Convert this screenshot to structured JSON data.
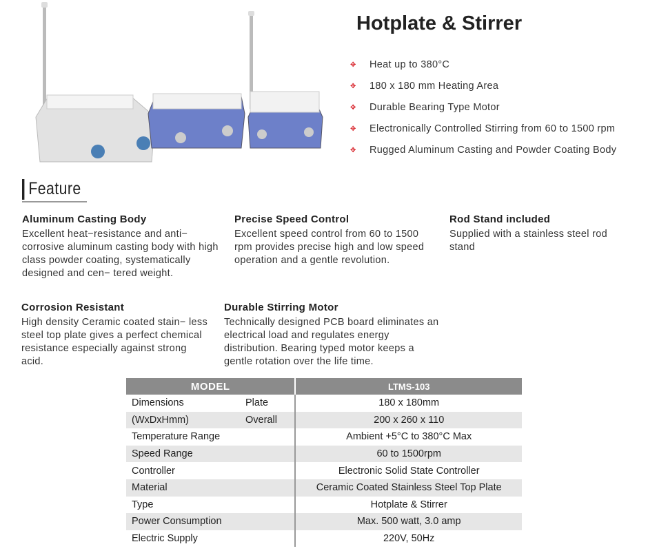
{
  "title": "Hotplate & Stirrer",
  "bullets": [
    "Heat up to 380°C",
    "180 x 180 mm Heating Area",
    "Durable Bearing Type Motor",
    "Electronically Controlled Stirring from 60 to 1500 rpm",
    "Rugged Aluminum Casting and Powder Coating Body"
  ],
  "feature_heading": "Feature",
  "features": [
    {
      "title": "Aluminum Casting Body",
      "text": "Excellent heat−resistance and anti− corrosive aluminum casting body with high class powder coating, systematically designed and cen− tered weight."
    },
    {
      "title": "Precise Speed Control",
      "text": "Excellent speed control from 60 to 1500 rpm provides precise high and low speed operation and a gentle revolution."
    },
    {
      "title": "Rod Stand included",
      "text": "Supplied with a stainless steel rod stand"
    },
    {
      "title": "Corrosion Resistant",
      "text": "High density Ceramic coated stain− less steel top plate gives a perfect chemical resistance especially against strong acid."
    },
    {
      "title": "Durable Stirring Motor",
      "text": "Technically designed PCB board eliminates an electrical load and regulates energy distribution. Bearing typed motor keeps a gentle rotation over the life time."
    }
  ],
  "table": {
    "header": [
      "MODEL",
      "LTMS-103"
    ],
    "rows": [
      [
        "Dimensions",
        "Plate",
        "180 x 180mm"
      ],
      [
        "(WxDxHmm)",
        "Overall",
        "200 x 260 x 110"
      ],
      [
        "Temperature Range",
        "",
        "Ambient +5°C to 380°C Max"
      ],
      [
        "Speed Range",
        "",
        "60 to 1500rpm"
      ],
      [
        "Controller",
        "",
        "Electronic Solid State Controller"
      ],
      [
        "Material",
        "",
        "Ceramic Coated Stainless Steel Top Plate"
      ],
      [
        "Type",
        "",
        "Hotplate & Stirrer"
      ],
      [
        "Power Consumption",
        "",
        "Max. 500 watt, 3.0 amp"
      ],
      [
        "Electric Supply",
        "",
        "220V, 50Hz"
      ]
    ]
  },
  "colors": {
    "accent": "#d8242b",
    "header": "#8b8b8b"
  }
}
